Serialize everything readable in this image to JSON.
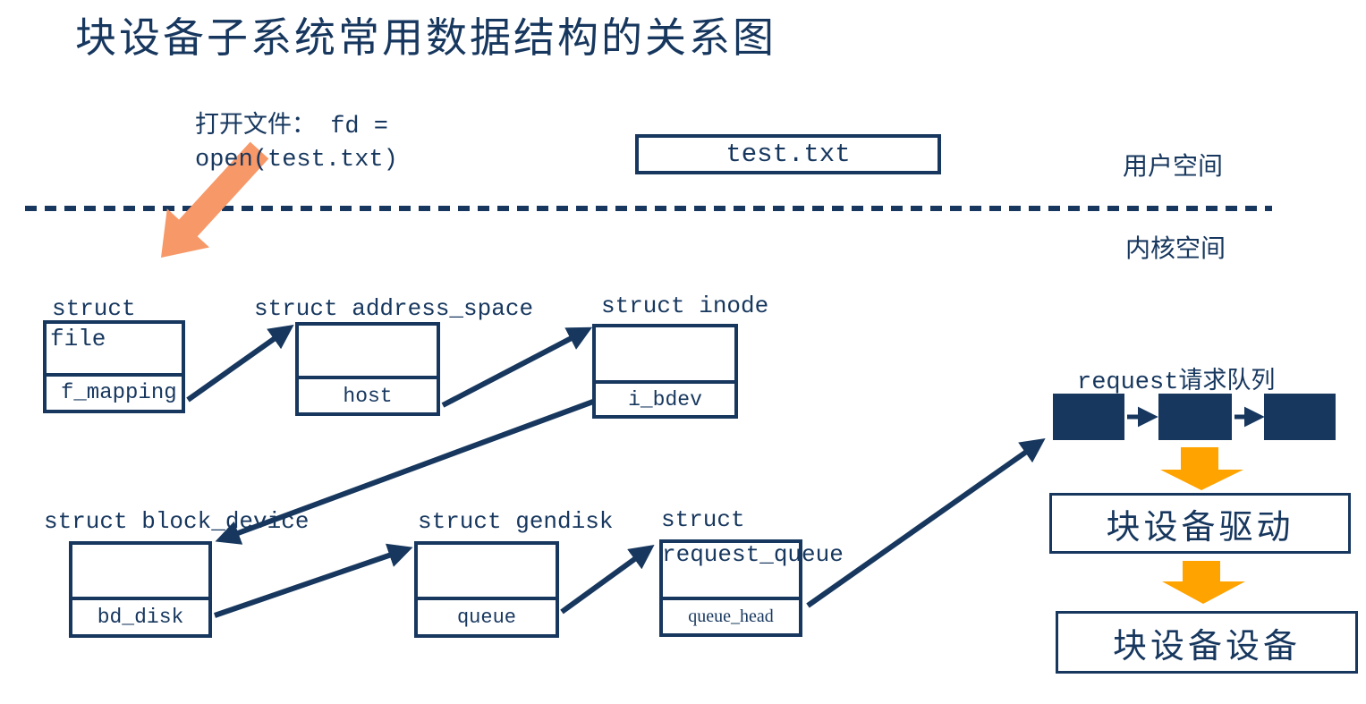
{
  "title": "块设备子系统常用数据结构的关系图",
  "annotations": {
    "open_file_line1": "打开文件：  fd =",
    "open_file_line2": "open(test.txt)",
    "user_space": "用户空间",
    "kernel_space": "内核空间"
  },
  "user_file_box": {
    "label": "test.txt"
  },
  "structs": [
    {
      "id": "file",
      "label_top": "struct",
      "label_in": "file",
      "field": "f_mapping"
    },
    {
      "id": "address_space",
      "label_top": "struct address_space",
      "label_in": "",
      "field": "host"
    },
    {
      "id": "inode",
      "label_top": "struct inode",
      "label_in": "",
      "field": "i_bdev"
    },
    {
      "id": "block_device",
      "label_top": "struct block_device",
      "label_in": "",
      "field": "bd_disk"
    },
    {
      "id": "gendisk",
      "label_top": "struct gendisk",
      "label_in": "",
      "field": "queue"
    },
    {
      "id": "request_queue",
      "label_top": "struct",
      "label_in": "request_queue",
      "field": "queue_head"
    }
  ],
  "request_chain": {
    "label": "request请求队列",
    "box_count": 3
  },
  "flow": {
    "driver_label": "块设备驱动",
    "device_label": "块设备设备"
  },
  "connections": [
    {
      "from": "open(test.txt)",
      "to": "kernel space",
      "style": "salmon-block-arrow"
    },
    {
      "from": "file.f_mapping",
      "to": "address_space"
    },
    {
      "from": "address_space.host",
      "to": "inode"
    },
    {
      "from": "inode.i_bdev",
      "to": "block_device"
    },
    {
      "from": "block_device.bd_disk",
      "to": "gendisk"
    },
    {
      "from": "gendisk.queue",
      "to": "request_queue"
    },
    {
      "from": "request_queue.queue_head",
      "to": "request-chain"
    },
    {
      "from": "request-box-1",
      "to": "request-box-2"
    },
    {
      "from": "request-box-2",
      "to": "request-box-3"
    },
    {
      "from": "request-chain",
      "to": "块设备驱动",
      "style": "orange-block-arrow"
    },
    {
      "from": "块设备驱动",
      "to": "块设备设备",
      "style": "orange-block-arrow"
    }
  ],
  "colors": {
    "navy": "#17375E",
    "orange": "#FFA300",
    "salmon": "#F79868",
    "background": "#FFFFFF"
  }
}
